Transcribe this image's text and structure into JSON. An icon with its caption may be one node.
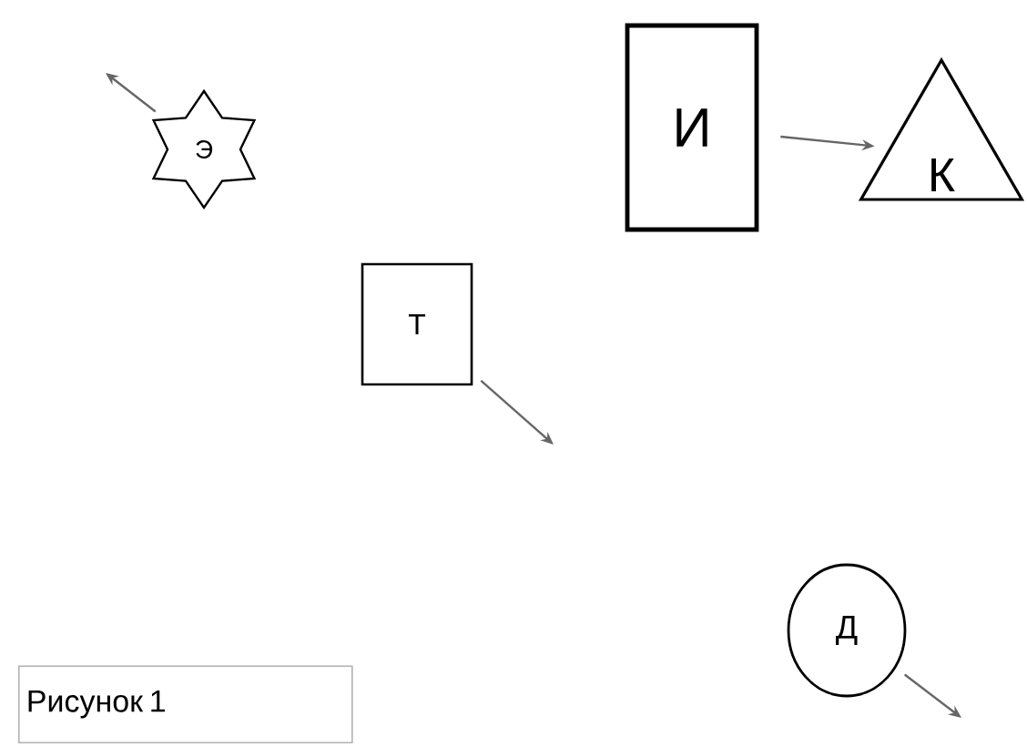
{
  "diagram": {
    "caption": "Рисунок 1",
    "nodes": [
      {
        "text": [
          "Э"
        ]
      },
      {
        "text": [
          "И"
        ]
      },
      {
        "text": [
          "К"
        ]
      },
      {
        "text": [
          "Т"
        ]
      },
      {
        "text": [
          "Д"
        ]
      }
    ],
    "edges": [
      {
        "from": 0,
        "to": null,
        "arrow": "to"
      },
      {
        "from": 1,
        "to": 2,
        "arrow": "to"
      },
      {
        "from": 3,
        "to": null,
        "arrow": "to"
      },
      {
        "from": 4,
        "to": null,
        "arrow": "to"
      }
    ]
  }
}
